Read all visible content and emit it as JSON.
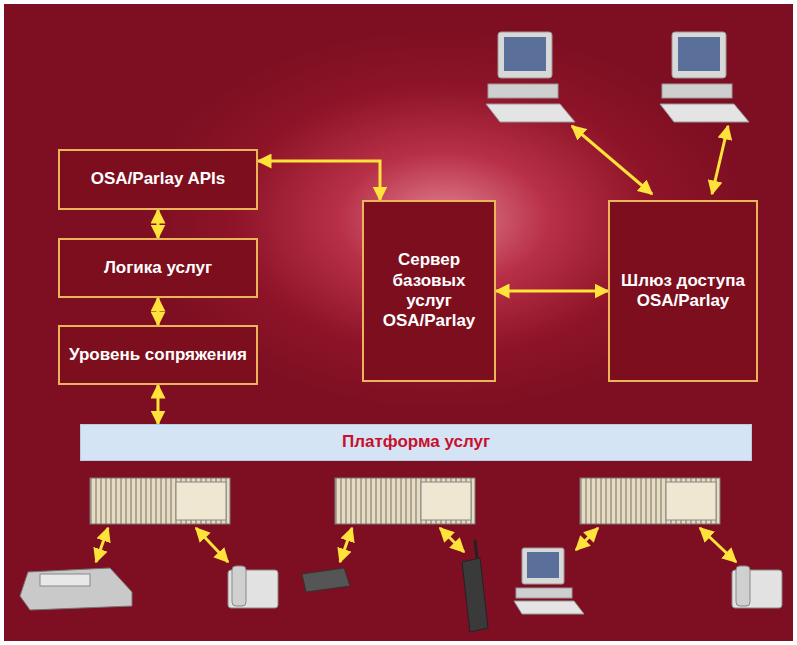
{
  "diagram": {
    "nodes": [
      {
        "text": [
          "OSA/Parlay APIs"
        ]
      },
      {
        "text": [
          "Логика услуг"
        ]
      },
      {
        "text": [
          "Уровень сопряжения"
        ]
      },
      {
        "text": [
          "Сервер базовых услуг OSA/Parlay"
        ]
      },
      {
        "text": [
          "Шлюз доступа OSA/Parlay"
        ]
      },
      {
        "text": [
          "Платформа услуг"
        ]
      }
    ],
    "edges": [
      {
        "from": 0,
        "to": 1,
        "arrow": "both"
      },
      {
        "from": 1,
        "to": 2,
        "arrow": "both"
      },
      {
        "from": 2,
        "to": 5,
        "arrow": "both"
      },
      {
        "from": 0,
        "to": 3,
        "arrow": "both"
      },
      {
        "from": 3,
        "to": 4,
        "arrow": "both"
      }
    ]
  }
}
